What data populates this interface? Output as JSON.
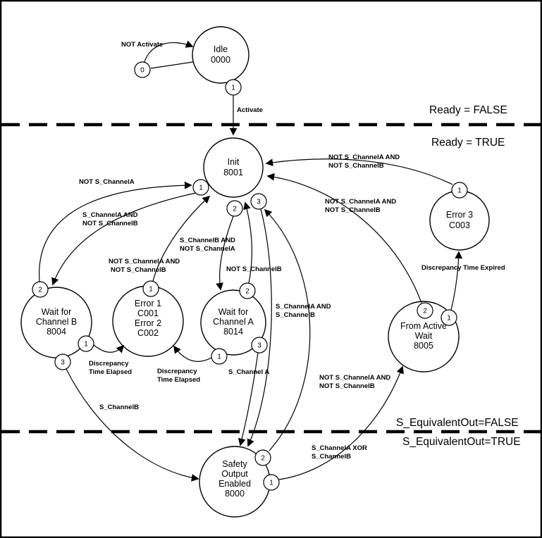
{
  "colors": {
    "ink": "#000000",
    "background": "#ffffff"
  },
  "regions": {
    "ready_false": "Ready = FALSE",
    "ready_true": "Ready = TRUE",
    "equivalent_false": "S_EquivalentOut=FALSE",
    "equivalent_true": "S_EquivalentOut=TRUE"
  },
  "states": [
    {
      "id": "idle",
      "lines": [
        "Idle",
        "0000"
      ]
    },
    {
      "id": "init",
      "lines": [
        "Init",
        "8001"
      ]
    },
    {
      "id": "error-3",
      "lines": [
        "Error 3",
        "C003"
      ]
    },
    {
      "id": "wait-for-channel-b",
      "lines": [
        "Wait for",
        "Channel B",
        "8004"
      ]
    },
    {
      "id": "error-1-error-2",
      "lines": [
        "Error 1",
        "C001",
        "Error 2",
        "C002"
      ]
    },
    {
      "id": "wait-for-channel-a",
      "lines": [
        "Wait for",
        "Channel A",
        "8014"
      ]
    },
    {
      "id": "from-active-wait",
      "lines": [
        "From Active",
        "Wait",
        "8005"
      ]
    },
    {
      "id": "safety-output-enabled",
      "lines": [
        "Safety",
        "Output",
        "Enabled",
        "8000"
      ]
    }
  ],
  "ports": [
    {
      "id": "idle-t0",
      "label": "0"
    },
    {
      "id": "idle-t1",
      "label": "1"
    },
    {
      "id": "init-t1",
      "label": "1"
    },
    {
      "id": "init-t2",
      "label": "2"
    },
    {
      "id": "init-t3",
      "label": "3"
    },
    {
      "id": "error3-t1",
      "label": "1"
    },
    {
      "id": "waitb-t2",
      "label": "2"
    },
    {
      "id": "waitb-t1",
      "label": "1"
    },
    {
      "id": "waitb-t3",
      "label": "3"
    },
    {
      "id": "error12-t1",
      "label": "1"
    },
    {
      "id": "waita-t2",
      "label": "2"
    },
    {
      "id": "waita-t1",
      "label": "1"
    },
    {
      "id": "waita-t3",
      "label": "3"
    },
    {
      "id": "faw-t2",
      "label": "2"
    },
    {
      "id": "faw-t1",
      "label": "1"
    },
    {
      "id": "so-t2",
      "label": "2"
    },
    {
      "id": "so-t1",
      "label": "1"
    }
  ],
  "transitions": [
    {
      "id": "not-activate",
      "lines": [
        "NOT Activate"
      ]
    },
    {
      "id": "activate",
      "lines": [
        "Activate"
      ]
    },
    {
      "id": "waitb-to-init",
      "lines": [
        "NOT S_ChannelA"
      ]
    },
    {
      "id": "init-to-waitb",
      "lines": [
        "S_ChannelA AND",
        "NOT S_ChannelB"
      ]
    },
    {
      "id": "error12-to-init",
      "lines": [
        "NOT S_ChannelA AND",
        "NOT S_ChannelB"
      ]
    },
    {
      "id": "init-to-waita",
      "lines": [
        "S_ChannelB AND",
        "NOT S_ChannelA"
      ]
    },
    {
      "id": "waita-to-init",
      "lines": [
        "NOT S_ChannelB"
      ]
    },
    {
      "id": "error3-to-init",
      "lines": [
        "NOT S_ChannelA AND",
        "NOT S_ChannelB"
      ]
    },
    {
      "id": "faw-to-init",
      "lines": [
        "NOT S_ChannelA AND",
        "NOT S_ChannelB"
      ]
    },
    {
      "id": "init-to-so",
      "lines": [
        "S_ChannelA AND",
        "S_ChannelB"
      ]
    },
    {
      "id": "waitb-to-error",
      "lines": [
        "Discrepancy",
        "Time Elapsed"
      ]
    },
    {
      "id": "waita-to-error",
      "lines": [
        "Discrepancy",
        "Time Elapsed"
      ]
    },
    {
      "id": "waita-to-so",
      "lines": [
        "S_Channel A"
      ]
    },
    {
      "id": "so-to-init",
      "lines": [
        "NOT S_ChannelA AND",
        "NOT S_ChannelB"
      ]
    },
    {
      "id": "faw-to-error3",
      "lines": [
        "Discrepancy Time Expired"
      ]
    },
    {
      "id": "waitb-to-so",
      "lines": [
        "S_ChannelB"
      ]
    },
    {
      "id": "so-to-faw",
      "lines": [
        "S_ChannelA XOR",
        "S_ChannelB"
      ]
    }
  ]
}
